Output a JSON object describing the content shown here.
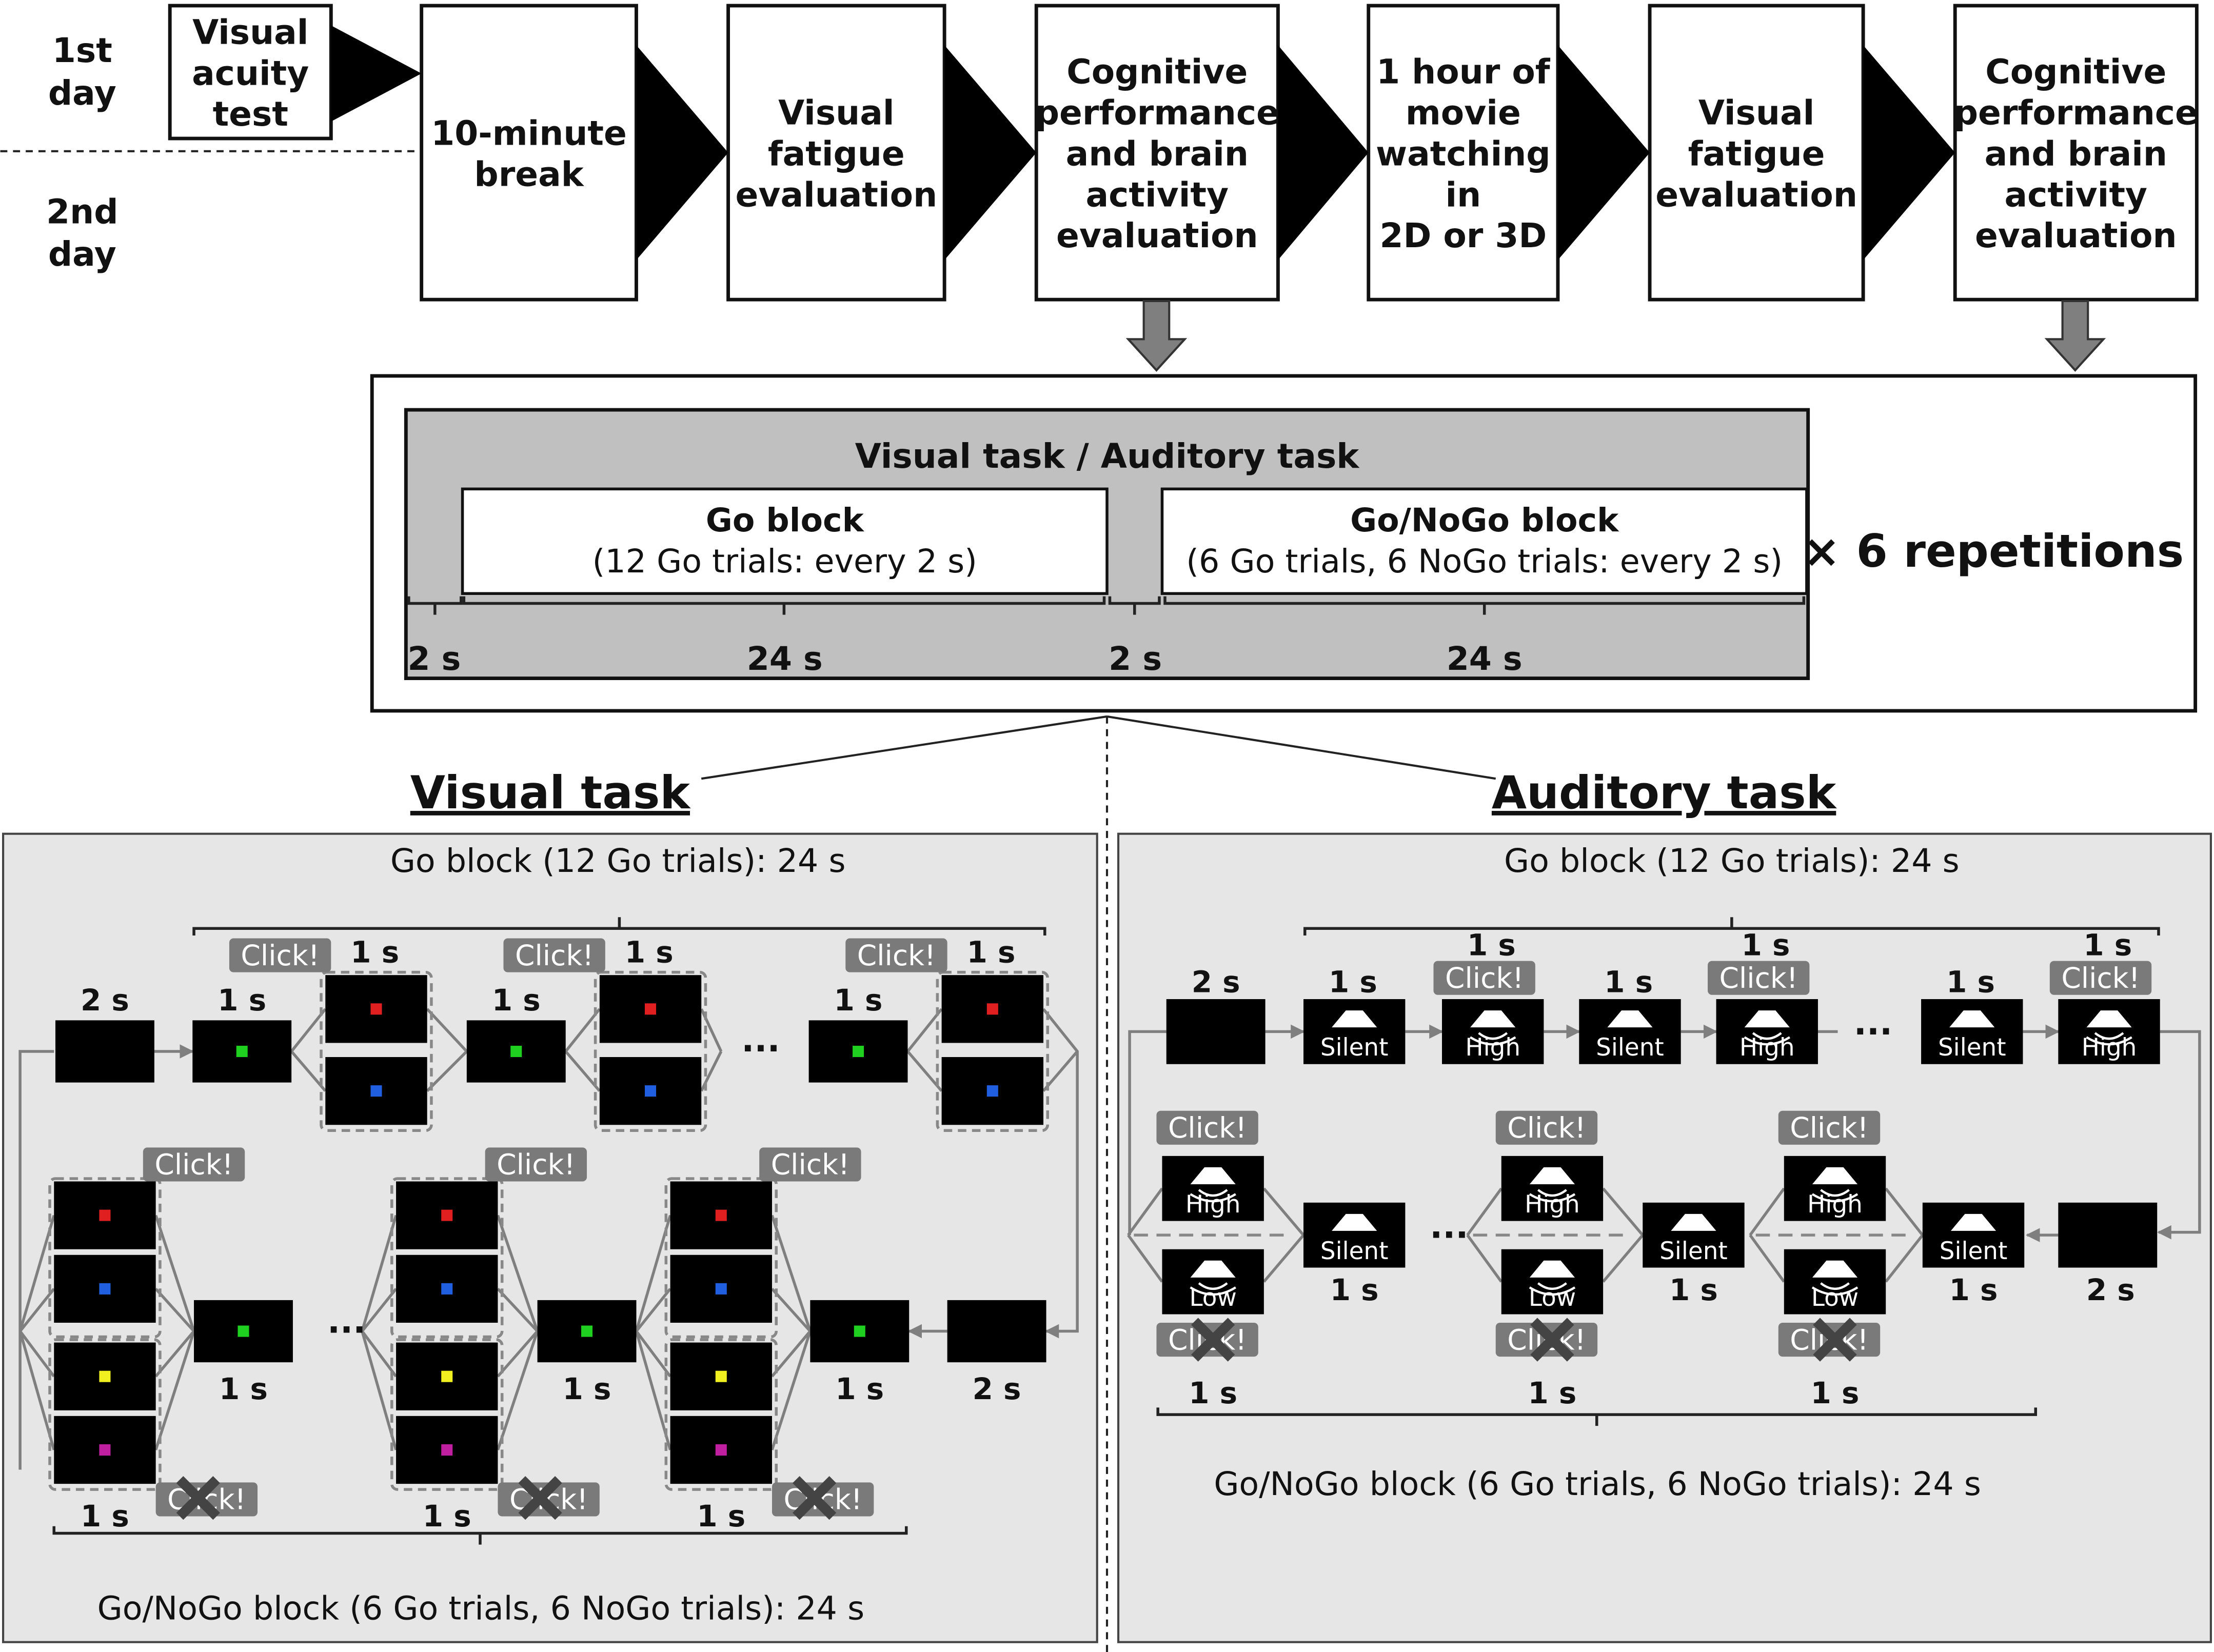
{
  "flow": {
    "day1": [
      "1st",
      "day"
    ],
    "day2": [
      "2nd",
      "day"
    ],
    "steps": [
      {
        "lines": [
          "Visual",
          "acuity",
          "test"
        ]
      },
      {
        "lines": [
          "10-minute",
          "break"
        ]
      },
      {
        "lines": [
          "Visual",
          "fatigue",
          "evaluation"
        ]
      },
      {
        "lines": [
          "Cognitive",
          "performance",
          "and brain",
          "activity",
          "evaluation"
        ]
      },
      {
        "lines": [
          "1 hour of",
          "movie",
          "watching",
          "in",
          "2D or 3D"
        ]
      },
      {
        "lines": [
          "Visual",
          "fatigue",
          "evaluation"
        ]
      },
      {
        "lines": [
          "Cognitive",
          "performance",
          "and brain",
          "activity",
          "evaluation"
        ]
      }
    ]
  },
  "block_design": {
    "title": "Visual task / Auditory task",
    "go_block": [
      "Go block",
      "(12 Go trials: every 2 s)"
    ],
    "gonogo_block": [
      "Go/NoGo block",
      "(6 Go trials, 6 NoGo trials: every 2 s)"
    ],
    "repetitions": "× 6 repetitions",
    "durations": [
      "2 s",
      "24 s",
      "2 s",
      "24 s"
    ]
  },
  "visual_task": {
    "title": "Visual task",
    "go_caption": "Go block (12 Go trials): 24 s",
    "gonogo_caption": "Go/NoGo block (6 Go trials, 6 NoGo trials): 24 s",
    "click": "Click!",
    "one_s": "1 s",
    "two_s": "2 s",
    "ellipsis": "···"
  },
  "auditory_task": {
    "title": "Auditory task",
    "go_caption": "Go block (12 Go trials): 24 s",
    "gonogo_caption": "Go/NoGo block (6 Go trials, 6 NoGo trials): 24 s",
    "click": "Click!",
    "one_s": "1 s",
    "two_s": "2 s",
    "silent": "Silent",
    "high": "High",
    "low": "Low",
    "ellipsis": "···"
  },
  "colors": {
    "stim_red": "#e02020",
    "stim_blue": "#2060e0",
    "stim_green": "#20d020",
    "stim_yellow": "#f0f020",
    "stim_magenta": "#c020a0",
    "panel_gray": "#e6e6e6",
    "block_gray": "#c0c0c0",
    "badge_gray": "#7a7a7a",
    "arrow_gray": "#7f7f7f"
  }
}
